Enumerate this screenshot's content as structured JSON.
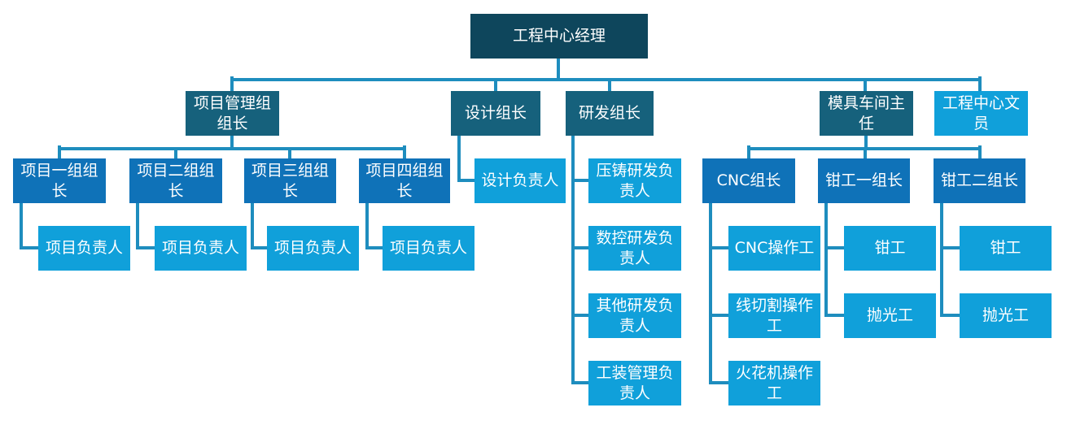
{
  "org": {
    "root": {
      "label": "工程中心经理"
    },
    "branches": {
      "project_management": {
        "lead": "项目管理组组长",
        "teams": [
          {
            "lead": "项目一组组长",
            "member": "项目负责人"
          },
          {
            "lead": "项目二组组长",
            "member": "项目负责人"
          },
          {
            "lead": "项目三组组长",
            "member": "项目负责人"
          },
          {
            "lead": "项目四组组长",
            "member": "项目负责人"
          }
        ]
      },
      "design": {
        "lead": "设计组长",
        "member": "设计负责人"
      },
      "rd": {
        "lead": "研发组长",
        "members": [
          "压铸研发负责人",
          "数控研发负责人",
          "其他研发负责人",
          "工装管理负责人"
        ]
      },
      "mold_workshop": {
        "lead": "模具车间主任",
        "groups": [
          {
            "lead": "CNC组长",
            "members": [
              "CNC操作工",
              "线切割操作工",
              "火花机操作工"
            ]
          },
          {
            "lead": "钳工一组长",
            "members": [
              "钳工",
              "抛光工"
            ]
          },
          {
            "lead": "钳工二组长",
            "members": [
              "钳工",
              "抛光工"
            ]
          }
        ]
      },
      "clerk": {
        "label": "工程中心文员"
      }
    }
  },
  "colors": {
    "root-fill": "#0e465c",
    "branch-fill": "#16617c",
    "team-fill": "#0f72b8",
    "member-fill": "#10a0da",
    "connector": "#1e8dbe",
    "text": "#ffffff",
    "canvas-bg": "#ffffff"
  }
}
